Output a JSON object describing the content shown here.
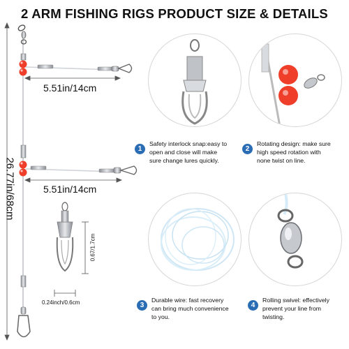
{
  "title": "2 ARM FISHING RIGS PRODUCT SIZE & DETAILS",
  "dimensions": {
    "total_length": "26.77in/68cm",
    "arm_length_top": "5.51in/14cm",
    "arm_length_bottom": "5.51in/14cm",
    "snap_height": "0.67/1.7cm",
    "snap_width": "0.24inch/0.6cm"
  },
  "features": [
    {
      "number": "1",
      "lead": "Safety interlock snap:",
      "lines": [
        "Safety interlock snap:easy to",
        "open and close will make",
        "sure change lures quickly."
      ]
    },
    {
      "number": "2",
      "lead": "Rotating design:",
      "lines": [
        "Rotating design: make sure",
        "high speed rotation with",
        "none twist on line."
      ]
    },
    {
      "number": "3",
      "lead": "Durable wire:",
      "lines": [
        "Durable wire: fast recovery",
        "can bring much convenience",
        "to you."
      ]
    },
    {
      "number": "4",
      "lead": "Rolling swivel:",
      "lines": [
        "Rolling swivel: effectively",
        "prevent your line from",
        "twisting."
      ]
    }
  ],
  "colors": {
    "accent": "#2a6db4",
    "bead": "#ef3f2a",
    "wire": "#b8bcc2"
  }
}
